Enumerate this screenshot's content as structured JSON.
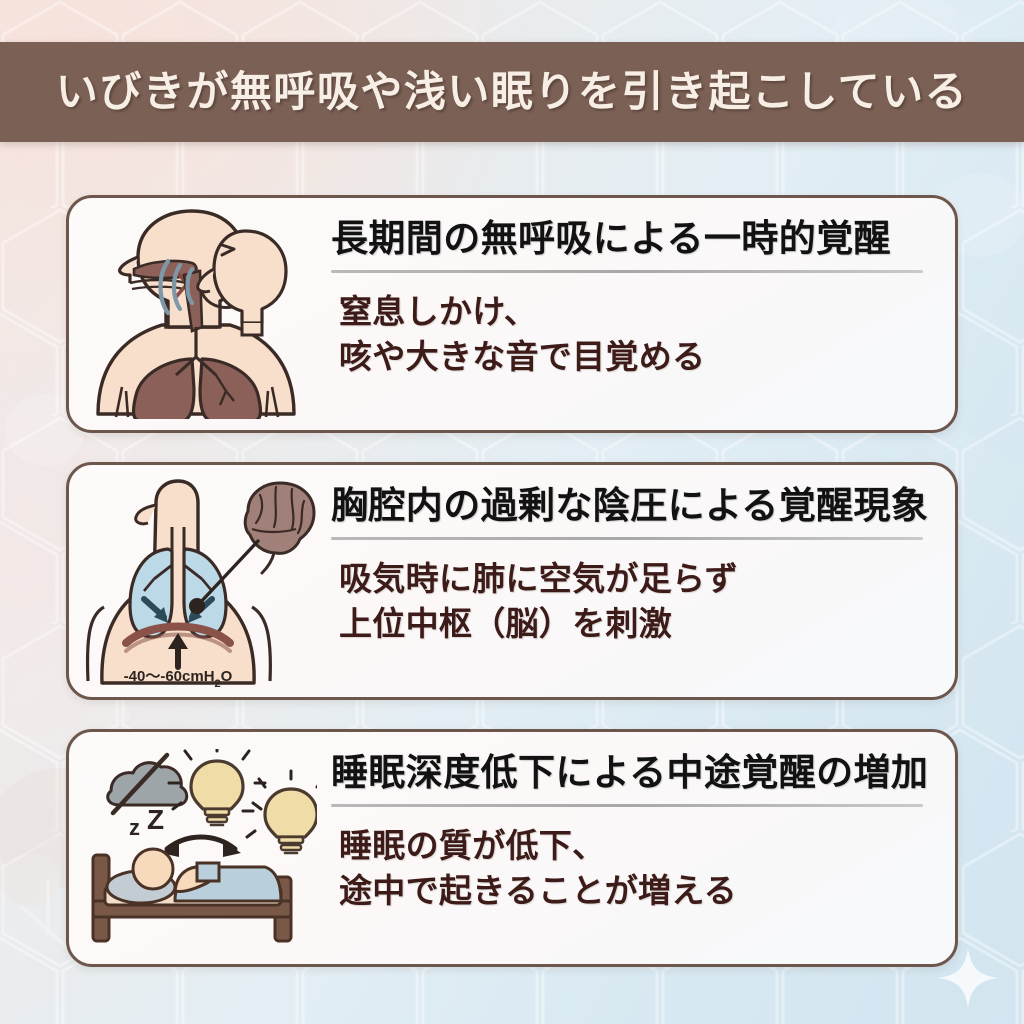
{
  "header": {
    "title": "いびきが無呼吸や浅い眠りを引き起こしている",
    "bar_color": "#7b6055",
    "text_color": "#f7efe6"
  },
  "theme": {
    "card_border": "#6d564c",
    "card_background": "#fbf8f7",
    "title_color": "#121212",
    "desc_color": "#3c1b18",
    "divider_color": "#b0b0b0",
    "background_left": "#f3e6e2",
    "background_right": "#d2e5f0",
    "skin_color": "#f6dcc8",
    "lung_brown": "#8a6058",
    "lung_blue": "#bcd9e8",
    "brain_color": "#a08078",
    "bulb_color": "#f0dca6",
    "bed_color": "#7a5848",
    "blanket_color": "#b9cfdc",
    "cloud_color": "#9ea5a8",
    "soundwave_color": "#7e98a8"
  },
  "cards": [
    {
      "id": "card-1",
      "illustration": "respiratory-system-snoring-illustration",
      "title": "長期間の無呼吸による一時的覚醒",
      "desc_line1": "窒息しかけ、",
      "desc_line2": "咳や大きな音で目覚める"
    },
    {
      "id": "card-2",
      "illustration": "thorax-negative-pressure-brain-illustration",
      "title": "胸腔内の過剰な陰圧による覚醒現象",
      "desc_line1": "吸気時に肺に空気が足らず",
      "desc_line2": "上位中枢（脳）を刺激",
      "figure_label": "-40〜-60cmH₂O"
    },
    {
      "id": "card-3",
      "illustration": "sleeping-person-awakening-illustration",
      "title": "睡眠深度低下による中途覚醒の増加",
      "desc_line1": "睡眠の質が低下、",
      "desc_line2": "途中で起きることが増える",
      "figure_label": "z Z"
    }
  ]
}
